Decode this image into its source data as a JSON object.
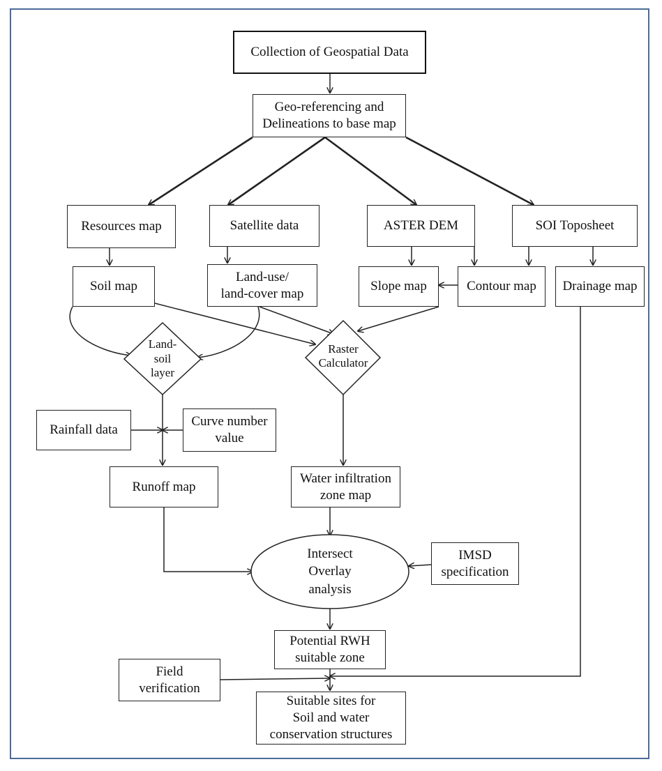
{
  "nodes": {
    "collection": "Collection of Geospatial Data",
    "georef": "Geo-referencing and\nDelineations to base map",
    "resources": "Resources map",
    "satellite": "Satellite data",
    "aster": "ASTER DEM",
    "soi": "SOI Toposheet",
    "soil": "Soil map",
    "landuse": "Land-use/\nland-cover map",
    "slope": "Slope map",
    "contour": "Contour map",
    "drainage": "Drainage map",
    "landsoil": "Land-\nsoil\nlayer",
    "raster": "Raster\nCalculator",
    "rainfall": "Rainfall data",
    "curve": "Curve number\nvalue",
    "runoff": "Runoff map",
    "infiltration": "Water infiltration\nzone map",
    "intersect": "Intersect\nOverlay\nanalysis",
    "imsd": "IMSD\nspecification",
    "potential": "Potential RWH\nsuitable zone",
    "field": "Field\nverification",
    "suitable": "Suitable sites for\nSoil and water\nconservation structures"
  },
  "colors": {
    "frame": "#4a6b9a",
    "line": "#222222"
  }
}
